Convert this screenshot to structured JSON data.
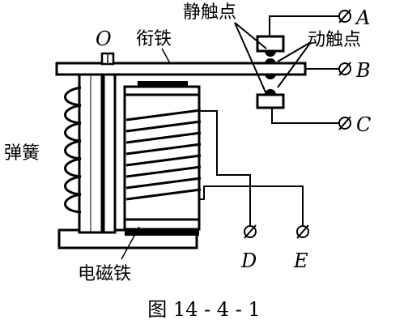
{
  "labels": {
    "pivot": "O",
    "armature": "衔铁",
    "static_contact": "静触点",
    "moving_contact": "动触点",
    "spring": "弹簧",
    "electromagnet": "电磁铁",
    "terminal_a": "A",
    "terminal_b": "B",
    "terminal_c": "C",
    "terminal_d": "D",
    "terminal_e": "E"
  },
  "caption": "图 14 - 4 - 1"
}
